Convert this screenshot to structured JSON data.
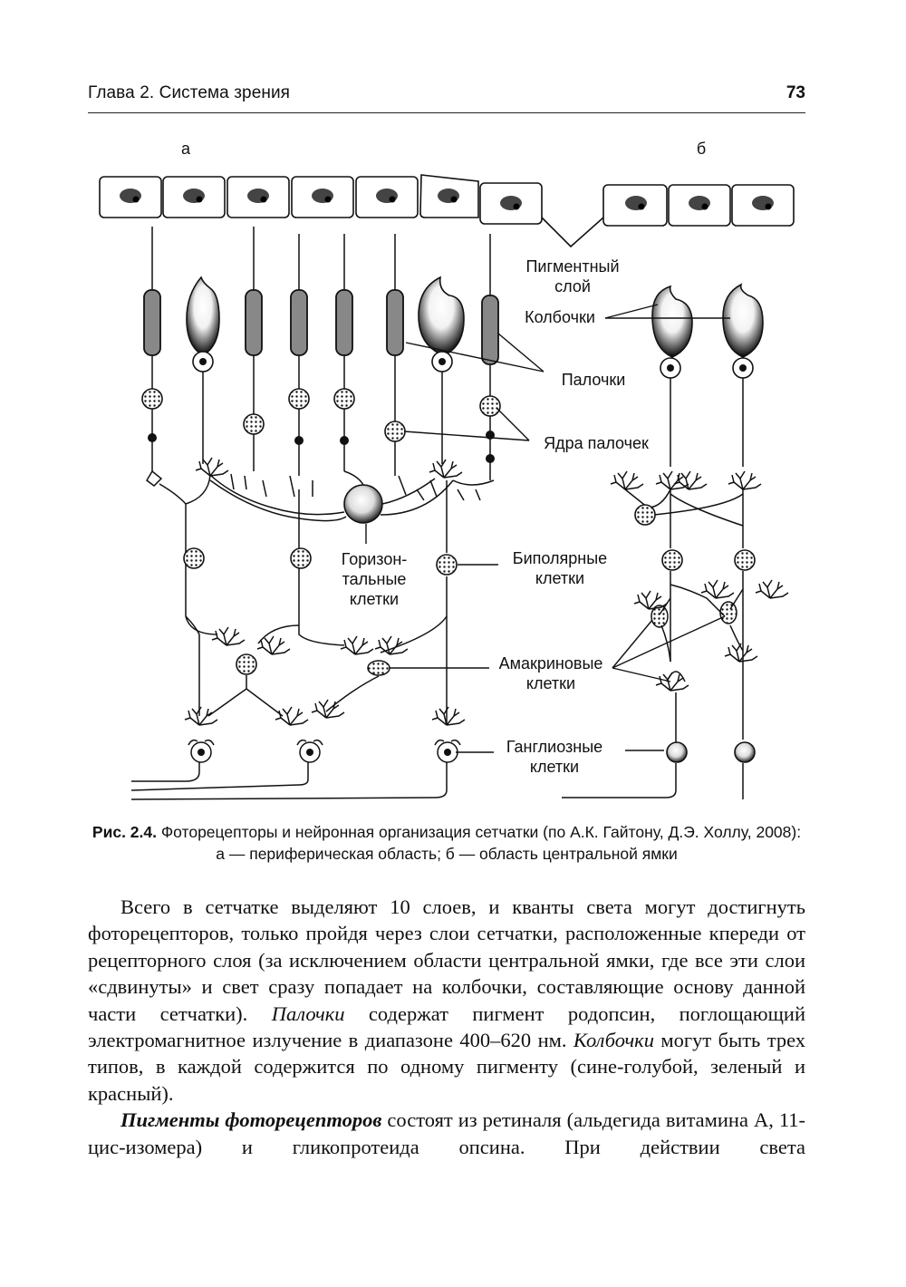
{
  "header": {
    "chapter": "Глава 2. Система зрения",
    "page_number": "73"
  },
  "figure": {
    "panel_a": "а",
    "panel_b": "б",
    "labels": {
      "pigment_layer_1": "Пигментный",
      "pigment_layer_2": "слой",
      "cones": "Колбочки",
      "rods": "Палочки",
      "rod_nuclei": "Ядра палочек",
      "horizontal_1": "Горизон-",
      "horizontal_2": "тальные",
      "horizontal_3": "клетки",
      "bipolar_1": "Биполярные",
      "bipolar_2": "клетки",
      "amacrine_1": "Амакриновые",
      "amacrine_2": "клетки",
      "ganglion_1": "Ганглиозные",
      "ganglion_2": "клетки"
    }
  },
  "caption": {
    "label": "Рис. 2.4.",
    "text": "Фоторецепторы и нейронная организация сетчатки (по А.К. Гайтону, Д.Э. Холлу, 2008): а — периферическая область; б — область центральной ямки"
  },
  "body": {
    "p1": "Всего в сетчатке выделяют 10 слоев, и кванты света могут достигнуть фоторецепторов, только пройдя через слои сетчатки, расположенные кпереди от рецепторного слоя (за исключением области центральной ямки, где все эти слои «сдвинуты» и свет сразу попадает на колбочки, составляющие основу данной части сетчатки).",
    "p1_term": "Палочки",
    "p1_cont": "содержат пигмент родопсин, поглощающий электромагнитное излучение в диапазоне 400–620 нм.",
    "p1_term2": "Колбочки",
    "p1_end": "могут быть трех типов, в каждой содержится по одному пигменту (сине-голубой, зеленый и красный).",
    "p2_term": "Пигменты фоторецепторов",
    "p2": "состоят из ретиналя (альдегида витамина А, 11-цис-изомера) и гликопротеида опсина. При действии света"
  }
}
